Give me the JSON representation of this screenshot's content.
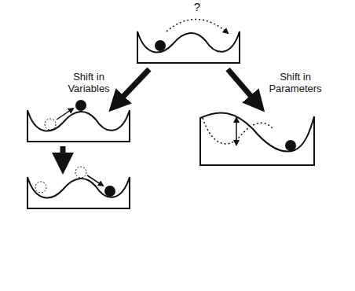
{
  "diagram": {
    "labels": [
      "?",
      "Shift in Variables",
      "Shift in Parameters"
    ]
  }
}
